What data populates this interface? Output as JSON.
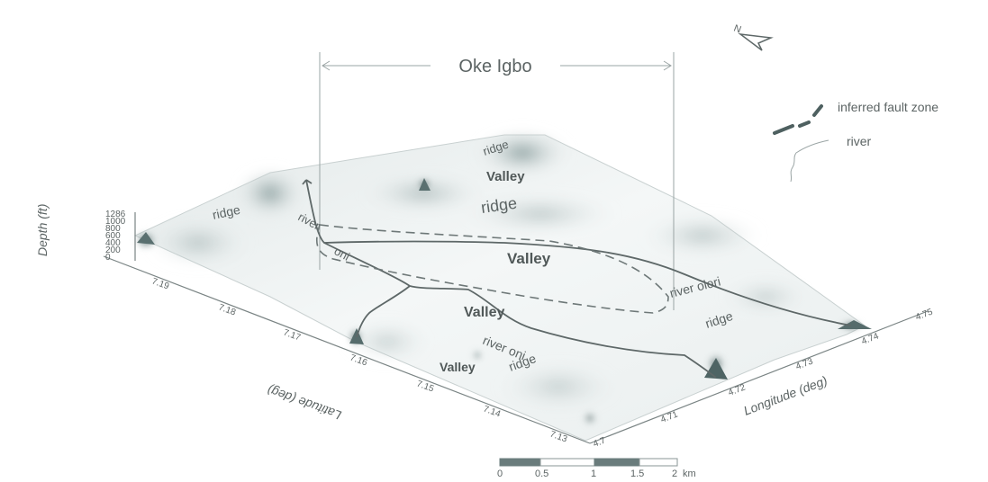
{
  "title": "Oke Igbo",
  "north_arrow": {
    "label": "N",
    "icon": "north-arrow-icon"
  },
  "legend": [
    {
      "label": "inferred fault zone",
      "icon": "dashed-fault-icon"
    },
    {
      "label": "river",
      "icon": "river-line-icon"
    }
  ],
  "terrain_labels": {
    "ridges": [
      "ridge",
      "ridge",
      "ridge",
      "ridge",
      "ridge"
    ],
    "valleys": [
      "Valley",
      "Valley",
      "Valley",
      "Valley"
    ],
    "rivers": [
      "river",
      "oni",
      "river olori",
      "river oni"
    ]
  },
  "axes": {
    "depth": {
      "title": "Depth (ft)",
      "ticks": [
        "1286",
        "1000",
        "800",
        "600",
        "400",
        "200",
        "0"
      ]
    },
    "latitude": {
      "title": "Latitude (deg)",
      "ticks": [
        "7.19",
        "7.18",
        "7.17",
        "7.16",
        "7.15",
        "7.14",
        "7.13"
      ]
    },
    "longitude": {
      "title": "Longitude (deg)",
      "ticks": [
        "4.7",
        "4.71",
        "4.72",
        "4.73",
        "4.74",
        "4.75"
      ]
    }
  },
  "scale_bar": {
    "ticks": [
      "0",
      "0.5",
      "1",
      "1.5",
      "2"
    ],
    "unit": "km"
  },
  "colors": {
    "terrain_light": "#f2f5f5",
    "terrain_mid": "#c9d3d3",
    "terrain_dark": "#5f7676",
    "river": "#5e6868",
    "fault": "#6e7878",
    "text": "#5c6464"
  }
}
